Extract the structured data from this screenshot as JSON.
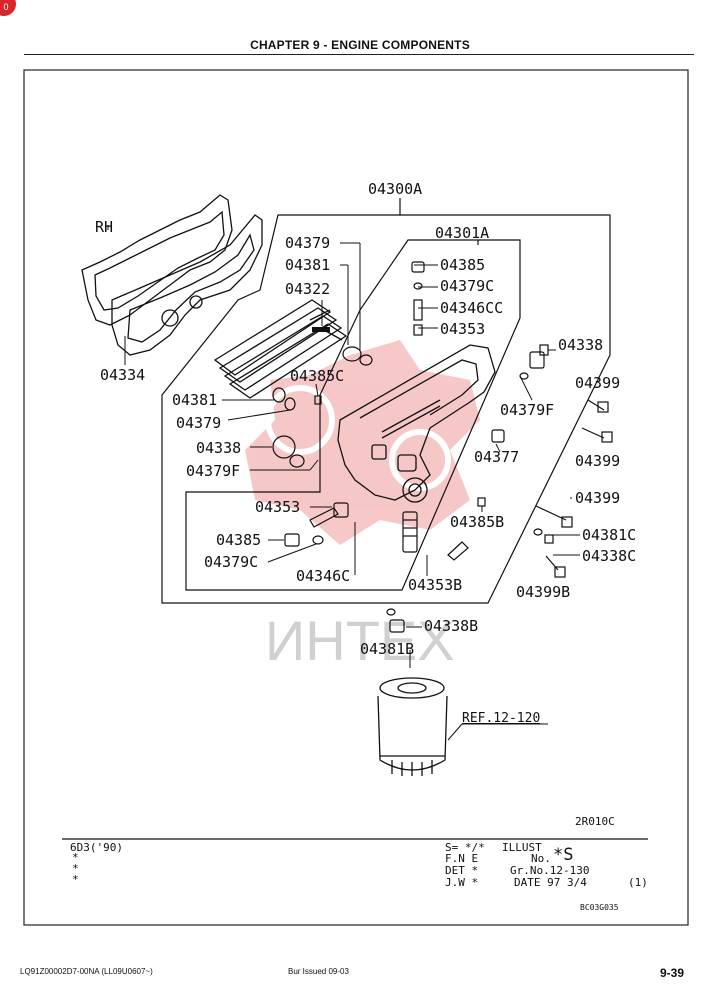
{
  "header": {
    "chapter_title": "CHAPTER 9 - ENGINE COMPONENTS",
    "badge": "0"
  },
  "diagram": {
    "side_label": "RH",
    "part_labels": {
      "assy_main": "04300A",
      "assy_sub": "04301A",
      "p04379_top": "04379",
      "p04381_top": "04381",
      "p04322": "04322",
      "p04334": "04334",
      "p04385C": "04385C",
      "p04381_mid": "04381",
      "p04379_mid": "04379",
      "p04338_left": "04338",
      "p04379F_left": "04379F",
      "p04353_left": "04353",
      "p04385_low": "04385",
      "p04379C_low": "04379C",
      "p04346C": "04346C",
      "p04385_r": "04385",
      "p04379C_r": "04379C",
      "p04346CC": "04346CC",
      "p04353_r": "04353",
      "p04338_r": "04338",
      "p04379F_r": "04379F",
      "p04377": "04377",
      "p04385B": "04385B",
      "p04353B": "04353B",
      "p04399_a": "04399",
      "p04399_b": "04399",
      "p04399_c": "04399",
      "p04381C": "04381C",
      "p04338C": "04338C",
      "p04399B": "04399B",
      "p04338B": "04338B",
      "p04381B": "04381B"
    },
    "reference": "REF.12-120",
    "illustration_code": "2R010C",
    "watermark_text": "ИНТЕХ"
  },
  "info_block": {
    "model": "6D3('90)",
    "stars": [
      "*",
      "*",
      "*"
    ],
    "s_line": "S= */*",
    "fne": "F.N E",
    "det": "DET *",
    "jw": "J.W *",
    "illust_label": "ILLUST",
    "no_label": "No.",
    "illust_no": "*S",
    "group_no": "Gr.No.12-130",
    "date": "DATE  97 3/4",
    "sheet": "(1)",
    "doc_code": "BC03G035"
  },
  "footer": {
    "doc_id": "LQ91Z00002D7-00NA  (LL09U0607~)",
    "issue": "Bur   Issued 09-03",
    "page": "9-39"
  },
  "colors": {
    "watermark": "#e23a3a",
    "ink": "#111111"
  }
}
